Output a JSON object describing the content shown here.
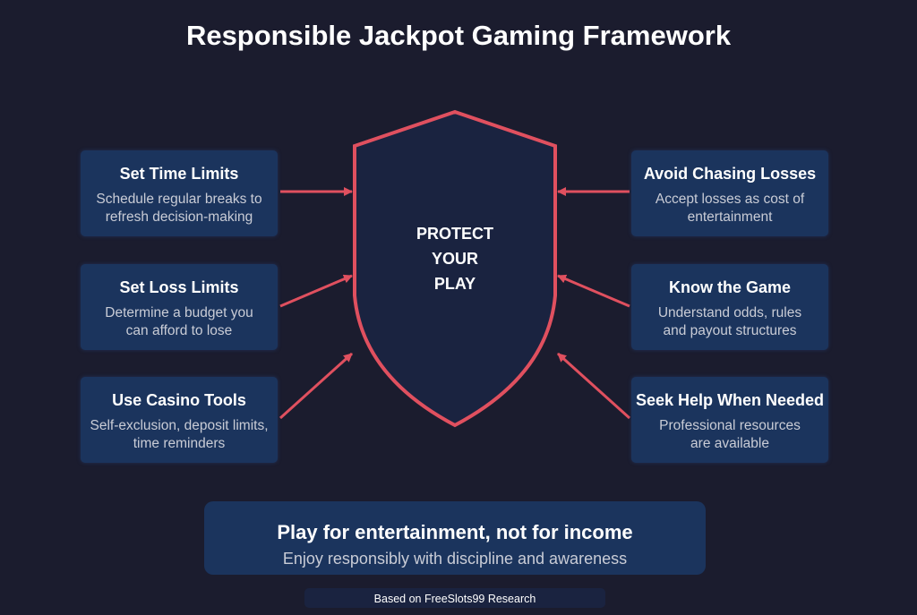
{
  "title": "Responsible Jackpot Gaming Framework",
  "center": {
    "lines": [
      "PROTECT",
      "YOUR",
      "PLAY"
    ]
  },
  "left": [
    {
      "title": "Set Time Limits",
      "desc": "Schedule regular breaks to refresh decision-making"
    },
    {
      "title": "Set Loss Limits",
      "desc": "Determine a budget you can afford to lose"
    },
    {
      "title": "Use Casino Tools",
      "desc": "Self-exclusion, deposit limits, time reminders"
    }
  ],
  "right": [
    {
      "title": "Avoid Chasing Losses",
      "desc": "Accept losses as cost of entertainment"
    },
    {
      "title": "Know the Game",
      "desc": "Understand odds, rules and payout structures"
    },
    {
      "title": "Seek Help When Needed",
      "desc": "Professional resources are available"
    }
  ],
  "bottom": {
    "title": "Play for entertainment, not for income",
    "subtitle": "Enjoy responsibly with discipline and awareness"
  },
  "footer": "Based on FreeSlots99 Research",
  "colors": {
    "background": "#1b1c2e",
    "card": "#1b345d",
    "accent": "#e0505f",
    "shield": "#1a2340"
  }
}
